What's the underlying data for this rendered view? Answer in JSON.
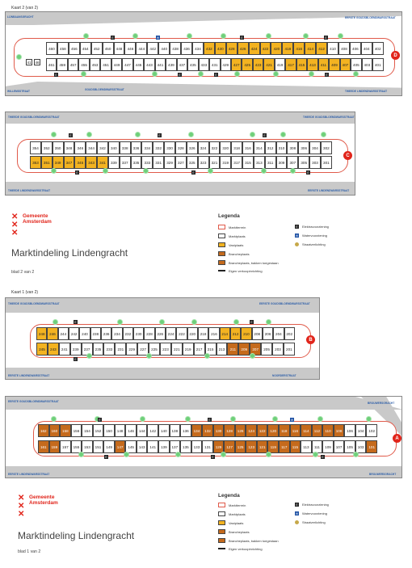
{
  "colors": {
    "vast": "#f3b321",
    "branche": "#c56a1c",
    "marktterrein": "#e05a4a",
    "tree": "#6fcf7a",
    "water": "#1b4fa3",
    "logo": "#e1251b",
    "street": "#c9c9c9"
  },
  "legend": {
    "title": "Legenda",
    "items": [
      "Marktterrein",
      "Marktplaats",
      "Vastplaats",
      "Brancheplaats",
      "Brancheplaats, bakken toegestaan",
      "Eigen verkoopinrichting"
    ],
    "icons": [
      "Elektravoorziening",
      "Watervoorziening",
      "Straatverlichting"
    ]
  },
  "logo": {
    "line1": "Gemeente",
    "line2": "Amsterdam"
  },
  "icon_labels": {
    "elek": "E",
    "water": "W"
  },
  "sheet2": {
    "title": "Marktindeling Lindengracht",
    "subtitle": "blad 2 van 2",
    "panelD": {
      "kaart_label": "Kaart 2 (van 2)",
      "marker": "D",
      "streets": [
        "LIJNBAANSGRACHT",
        "EERSTE GOUDSBLOEMDWARSSTRAAT",
        "WILLEMSSTRAAT",
        "GOUDSBLOEMDWARSSTRAAT",
        "TWEEDE LINDENDWARSSTRAAT"
      ],
      "top_row": [
        "460",
        "458",
        "456",
        "454",
        "452",
        "450",
        "448",
        "446",
        "444",
        "442",
        "440",
        "438",
        "436",
        "434",
        "432",
        "430",
        "428",
        "426",
        "424",
        "422",
        "420",
        "418",
        "416",
        "414",
        "412",
        "410",
        "408",
        "406",
        "404",
        "402"
      ],
      "top_types": [
        "m",
        "m",
        "m",
        "m",
        "m",
        "m",
        "m",
        "m",
        "m",
        "m",
        "m",
        "m",
        "m",
        "m",
        "v",
        "v",
        "v",
        "v",
        "v",
        "v",
        "v",
        "v",
        "v",
        "v",
        "v",
        "m",
        "m",
        "m",
        "m",
        "m"
      ],
      "bottom_row": [
        "461",
        "459",
        "457",
        "455",
        "453",
        "451",
        "449",
        "447",
        "445",
        "443",
        "441",
        "439",
        "437",
        "435",
        "433",
        "431",
        "429",
        "427",
        "425",
        "423",
        "421",
        "419",
        "417",
        "415",
        "413",
        "411",
        "409",
        "407",
        "405",
        "403",
        "401"
      ],
      "bottom_types": [
        "m",
        "m",
        "m",
        "m",
        "m",
        "m",
        "m",
        "m",
        "m",
        "m",
        "m",
        "m",
        "m",
        "m",
        "m",
        "m",
        "m",
        "v",
        "v",
        "v",
        "v",
        "m",
        "v",
        "v",
        "v",
        "v",
        "v",
        "v",
        "m",
        "m",
        "m"
      ],
      "end_labels": [
        "46",
        "41"
      ]
    },
    "panelC": {
      "marker": "C",
      "streets": [
        "TWEEDE GOUDSBLOEMDWARSSTRAAT",
        "TWEEDE GOUDSBLOEMDWARSSTRAAT",
        "TWEEDE LINDENDWARSSTRAAT",
        "EERSTE LINDENDWARSSTRAAT"
      ],
      "top_row": [
        "354",
        "352",
        "350",
        "348",
        "346",
        "344",
        "342",
        "340",
        "338",
        "336",
        "334",
        "332",
        "330",
        "328",
        "326",
        "324",
        "322",
        "320",
        "318",
        "316",
        "314",
        "312",
        "310",
        "308",
        "306",
        "304",
        "302"
      ],
      "top_types": [
        "m",
        "m",
        "m",
        "m",
        "m",
        "m",
        "m",
        "m",
        "m",
        "m",
        "m",
        "m",
        "m",
        "m",
        "m",
        "m",
        "m",
        "m",
        "m",
        "m",
        "m",
        "m",
        "m",
        "m",
        "m",
        "m",
        "m"
      ],
      "bottom_row": [
        "353",
        "351",
        "349",
        "347",
        "345",
        "343",
        "341",
        "339",
        "337",
        "335",
        "333",
        "331",
        "329",
        "327",
        "325",
        "323",
        "321",
        "319",
        "317",
        "315",
        "313",
        "311",
        "309",
        "307",
        "305",
        "303",
        "301"
      ],
      "bottom_types": [
        "v",
        "v",
        "v",
        "v",
        "v",
        "v",
        "v",
        "m",
        "m",
        "m",
        "m",
        "m",
        "m",
        "m",
        "m",
        "m",
        "m",
        "m",
        "m",
        "m",
        "m",
        "m",
        "m",
        "m",
        "m",
        "m",
        "m"
      ]
    }
  },
  "sheet1": {
    "title": "Marktindeling Lindengracht",
    "subtitle": "blad 1 van 2",
    "panelB": {
      "kaart_label": "Kaart 1 (van 2)",
      "marker": "B",
      "streets": [
        "TWEEDE GOUDSBLOEMDWARSSTRAAT",
        "EERSTE GOUDSBLOEMDWARSSTRAAT",
        "EERSTE LINDENDWARSSTRAAT",
        "NOORDERSTRAAT"
      ],
      "top_row": [
        "248",
        "246",
        "244",
        "242",
        "240",
        "238",
        "236",
        "234",
        "232",
        "230",
        "228",
        "226",
        "224",
        "222",
        "220",
        "218",
        "216",
        "214",
        "212",
        "210",
        "208",
        "206",
        "204",
        "202"
      ],
      "top_types": [
        "v",
        "v",
        "m",
        "m",
        "m",
        "m",
        "m",
        "m",
        "m",
        "m",
        "m",
        "m",
        "m",
        "m",
        "m",
        "m",
        "m",
        "v",
        "v",
        "v",
        "m",
        "m",
        "m",
        "m"
      ],
      "bottom_row": [
        "245",
        "243",
        "241",
        "239",
        "237",
        "235",
        "233",
        "231",
        "229",
        "227",
        "225",
        "223",
        "221",
        "219",
        "217",
        "215",
        "213",
        "211",
        "209",
        "207",
        "205",
        "203",
        "201"
      ],
      "bottom_types": [
        "v",
        "v",
        "m",
        "m",
        "m",
        "m",
        "m",
        "m",
        "m",
        "m",
        "m",
        "m",
        "m",
        "m",
        "m",
        "m",
        "m",
        "b",
        "b",
        "b",
        "m",
        "m",
        "m"
      ]
    },
    "panelA": {
      "marker": "A",
      "streets": [
        "EERSTE GOUDSBLOEMDWARSSTRAAT",
        "BROUWERSGRACHT",
        "EERSTE LINDENDWARSSTRAAT",
        "BROUWERSGRACHT"
      ],
      "top_row": [
        "162",
        "160",
        "158",
        "156",
        "154",
        "152",
        "150",
        "148",
        "146",
        "144",
        "142",
        "140",
        "138",
        "136",
        "134",
        "132",
        "130",
        "128",
        "126",
        "124",
        "122",
        "120",
        "118",
        "116",
        "114",
        "112",
        "110",
        "108",
        "106",
        "104",
        "102"
      ],
      "top_types": [
        "b",
        "b",
        "b",
        "m",
        "m",
        "m",
        "m",
        "m",
        "m",
        "m",
        "m",
        "m",
        "m",
        "m",
        "b",
        "b",
        "b",
        "b",
        "b",
        "b",
        "b",
        "b",
        "b",
        "b",
        "b",
        "b",
        "b",
        "b",
        "m",
        "m",
        "m"
      ],
      "bottom_row": [
        "161",
        "159",
        "157",
        "155",
        "153",
        "151",
        "149",
        "147",
        "145",
        "143",
        "141",
        "139",
        "137",
        "135",
        "133",
        "131",
        "129",
        "127",
        "125",
        "123",
        "121",
        "119",
        "117",
        "115",
        "113",
        "111",
        "109",
        "107",
        "105",
        "103",
        "101"
      ],
      "bottom_types": [
        "b",
        "b",
        "m",
        "m",
        "m",
        "m",
        "m",
        "b",
        "m",
        "m",
        "m",
        "m",
        "m",
        "m",
        "m",
        "m",
        "b",
        "b",
        "b",
        "b",
        "b",
        "b",
        "b",
        "b",
        "m",
        "m",
        "m",
        "m",
        "m",
        "m",
        "b"
      ]
    }
  }
}
